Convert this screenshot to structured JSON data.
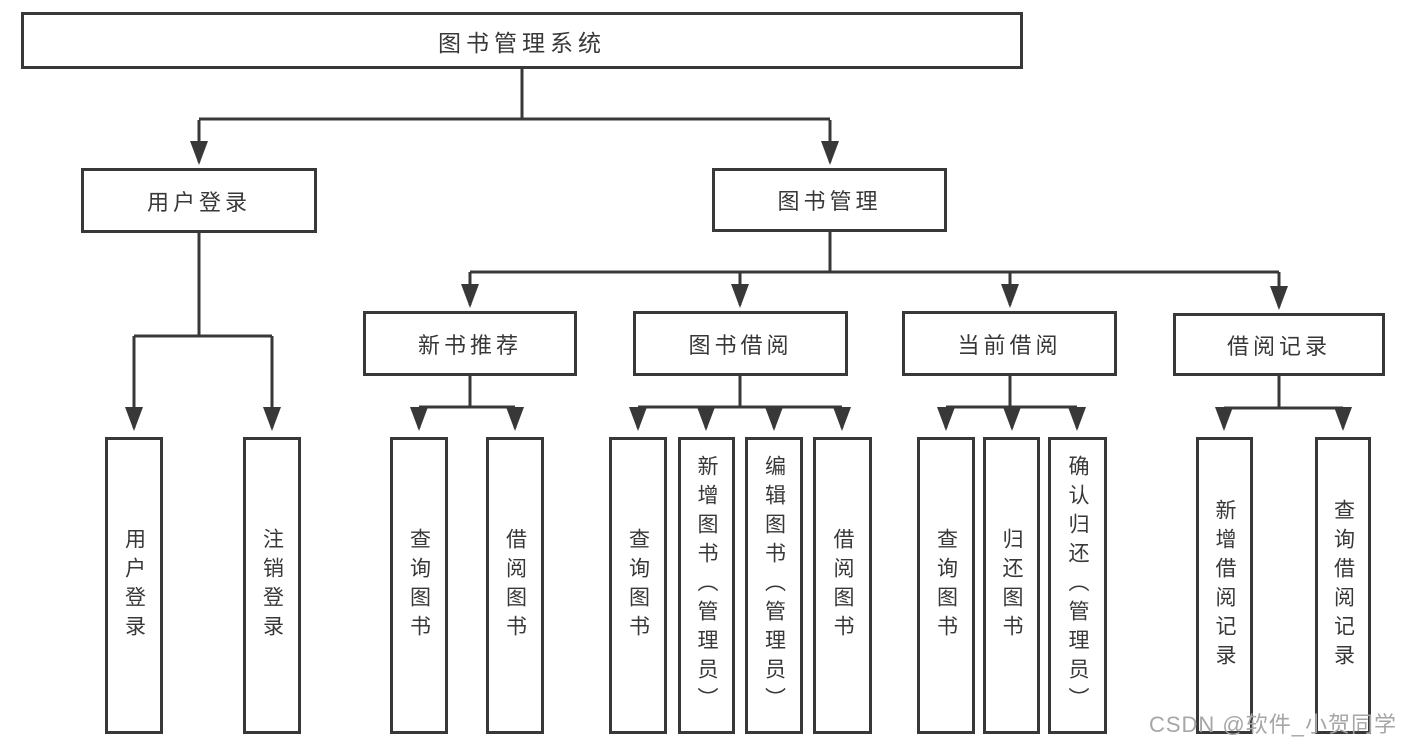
{
  "diagram_title": "图书管理系统",
  "tree": {
    "label": "图书管理系统",
    "children": [
      {
        "label": "用户登录",
        "children": [
          {
            "label": "用户登录"
          },
          {
            "label": "注销登录"
          }
        ]
      },
      {
        "label": "图书管理",
        "children": [
          {
            "label": "新书推荐",
            "children": [
              {
                "label": "查询图书"
              },
              {
                "label": "借阅图书"
              }
            ]
          },
          {
            "label": "图书借阅",
            "children": [
              {
                "label": "查询图书"
              },
              {
                "label": "新增图书（管理员）"
              },
              {
                "label": "编辑图书（管理员）"
              },
              {
                "label": "借阅图书"
              }
            ]
          },
          {
            "label": "当前借阅",
            "children": [
              {
                "label": "查询图书"
              },
              {
                "label": "归还图书"
              },
              {
                "label": "确认归还（管理员）"
              }
            ]
          },
          {
            "label": "借阅记录",
            "children": [
              {
                "label": "新增借阅记录"
              },
              {
                "label": "查询借阅记录"
              }
            ]
          }
        ]
      }
    ]
  },
  "watermark": {
    "text": "CSDN @软件_小贺同学"
  },
  "colors": {
    "line": "#383838",
    "text": "#383838",
    "watermark": "#a6a6a6",
    "background": "#ffffff"
  }
}
